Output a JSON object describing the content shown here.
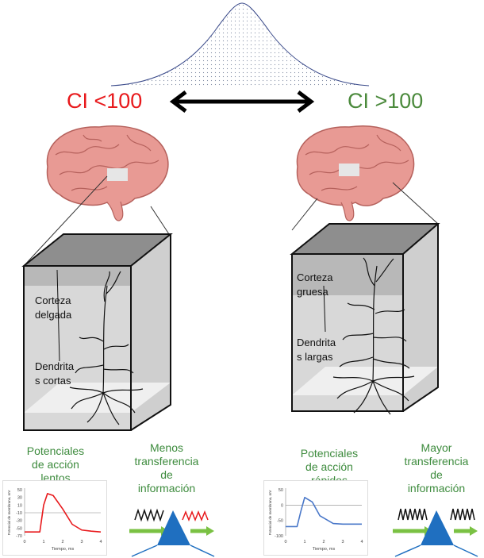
{
  "bell": {
    "arrow": "double-arrow"
  },
  "left": {
    "ci_label": "CI <100",
    "cortex_label": "Corteza\ndelgada",
    "dendrite_label": "Dendrita\ns cortas",
    "potential_label": "Potenciales\nde acción\nlentos",
    "transfer_label": "Menos\ntransferencia\nde\ninformación",
    "chart": {
      "ylabel": "Potencial de membrana, mV",
      "xlabel": "Tiempo, ms",
      "yticks": [
        "50",
        "30",
        "10",
        "-10",
        "-30",
        "-50",
        "-70"
      ],
      "xticks": [
        "0",
        "1",
        "2",
        "3",
        "4"
      ]
    }
  },
  "right": {
    "ci_label": "CI >100",
    "cortex_label": "Corteza\ngruesa",
    "dendrite_label": "Dendrita\ns largas",
    "potential_label": "Potenciales\nde acción\nrápidos",
    "transfer_label": "Mayor\ntransferencia\nde\ninformación",
    "chart": {
      "ylabel": "Potencial de membrana, mV",
      "xlabel": "Tiempo, ms",
      "yticks": [
        "50",
        "0",
        "-50",
        "-100"
      ],
      "xticks": [
        "0",
        "1",
        "2",
        "3",
        "4"
      ]
    }
  },
  "colors": {
    "red": "#e8191c",
    "green": "#4b8a3c",
    "triangle": "#1f6fc0",
    "arrow_green": "#7ac143",
    "ap_red": "#e8191c",
    "ap_blue": "#4a78c9"
  },
  "chart_data": [
    {
      "type": "line",
      "title": "",
      "xlabel": "Tiempo, ms",
      "ylabel": "Potencial de membrana, mV",
      "xlim": [
        0,
        4
      ],
      "ylim": [
        -70,
        50
      ],
      "series": [
        {
          "x": [
            0,
            0.8,
            1.0,
            1.2,
            1.5,
            2.0,
            2.5,
            3.0,
            3.5,
            4.0
          ],
          "y": [
            -60,
            -60,
            10,
            40,
            35,
            0,
            -40,
            -55,
            -58,
            -60
          ]
        }
      ]
    },
    {
      "type": "line",
      "title": "",
      "xlabel": "Tiempo, ms",
      "ylabel": "Potencial de membrana, mV",
      "xlim": [
        0,
        4
      ],
      "ylim": [
        -100,
        50
      ],
      "series": [
        {
          "x": [
            0,
            0.6,
            0.8,
            1.0,
            1.4,
            1.8,
            2.5,
            3.0,
            4.0
          ],
          "y": [
            -70,
            -70,
            -20,
            25,
            10,
            -35,
            -60,
            -62,
            -62
          ]
        }
      ]
    }
  ]
}
